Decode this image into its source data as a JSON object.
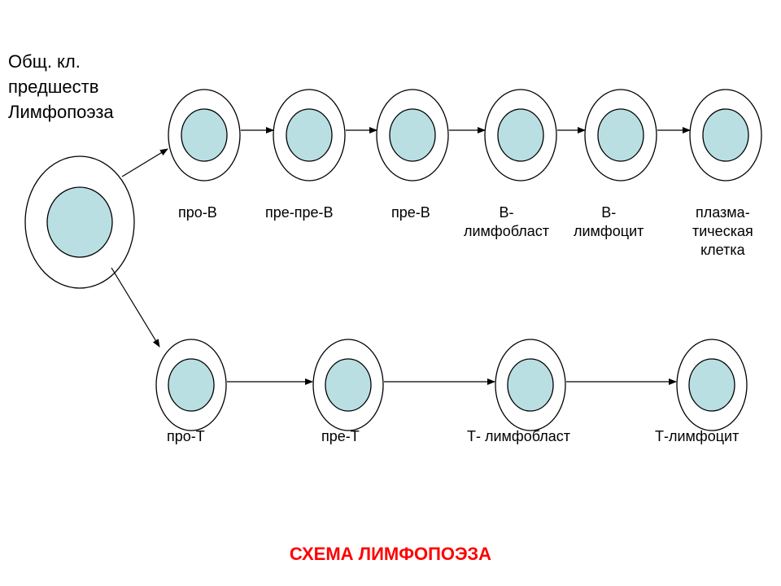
{
  "colors": {
    "nucleus": "#b9dfe3",
    "outline": "#000000",
    "title": "#ff0000"
  },
  "origin_label": [
    "Общ. кл.",
    "предшеств",
    "Лимфопоэза"
  ],
  "b_labels": [
    [
      "про-В"
    ],
    [
      "пре-пре-В"
    ],
    [
      "пре-В"
    ],
    [
      "В-",
      "лимфобласт"
    ],
    [
      "В-",
      "лимфоцит"
    ],
    [
      "плазма-",
      "тическая",
      "клетка"
    ]
  ],
  "t_labels": [
    [
      "про-Т"
    ],
    [
      "пре-Т"
    ],
    [
      "Т- лимфобласт"
    ],
    [
      "Т-лимфоцит"
    ]
  ],
  "title": "СХЕМА ЛИМФОПОЭЗА"
}
